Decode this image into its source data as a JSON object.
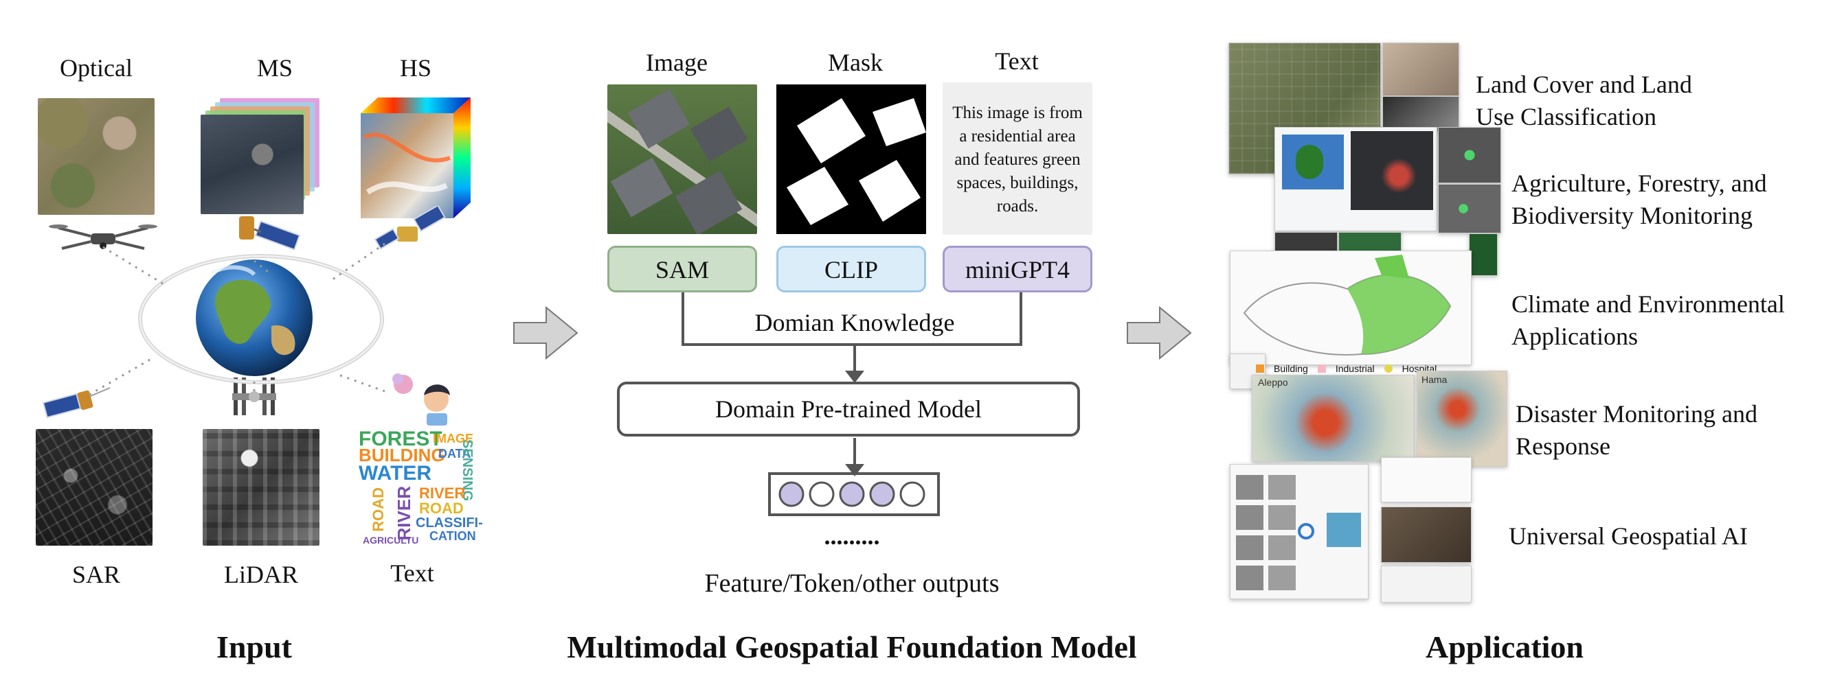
{
  "input": {
    "heading": "Input",
    "labels": {
      "optical": "Optical",
      "ms": "MS",
      "hs": "HS",
      "sar": "SAR",
      "lidar": "LiDAR",
      "text": "Text"
    },
    "wordcloud": [
      "FOREST",
      "IMAGE",
      "BUILDING",
      "DATA",
      "SENSING",
      "WATER",
      "RIVER",
      "ROAD",
      "RIVER",
      "ROAD",
      "CLASSIFI-",
      "CATION",
      "AGRICULTU"
    ]
  },
  "model": {
    "heading": "Multimodal Geospatial Foundation Model",
    "col_labels": {
      "image": "Image",
      "mask": "Mask",
      "text": "Text"
    },
    "text_sample": [
      "This image is from",
      "a residential area",
      "and features green",
      "spaces, buildings,",
      "roads."
    ],
    "encoders": {
      "sam": "SAM",
      "clip": "CLIP",
      "minigpt": "miniGPT4"
    },
    "knowledge": "Domian Knowledge",
    "pretrained": "Domain Pre-trained Model",
    "ellipsis": ".........",
    "outputs": "Feature/Token/other outputs"
  },
  "application": {
    "heading": "Application",
    "items": [
      [
        "Land Cover and Land",
        "Use Classification"
      ],
      [
        "Agriculture, Forestry, and",
        "Biodiversity Monitoring"
      ],
      [
        "Climate and Environmental",
        "Applications"
      ],
      [
        "Disaster Monitoring and",
        "Response"
      ],
      [
        "Universal Geospatial AI"
      ]
    ],
    "map_labels": {
      "building": "Building",
      "industrial": "Industrial",
      "hospital": "Hospital",
      "aleppo": "Aleppo",
      "hama": "Hama"
    }
  },
  "colors": {
    "sam": "#ccdfc9",
    "sam_border": "#8fb089",
    "clip": "#dcedfa",
    "clip_border": "#9cc8e8",
    "minigpt": "#dcd7ee",
    "minigpt_border": "#a399cc",
    "token_fill": "#c7c1e6"
  }
}
